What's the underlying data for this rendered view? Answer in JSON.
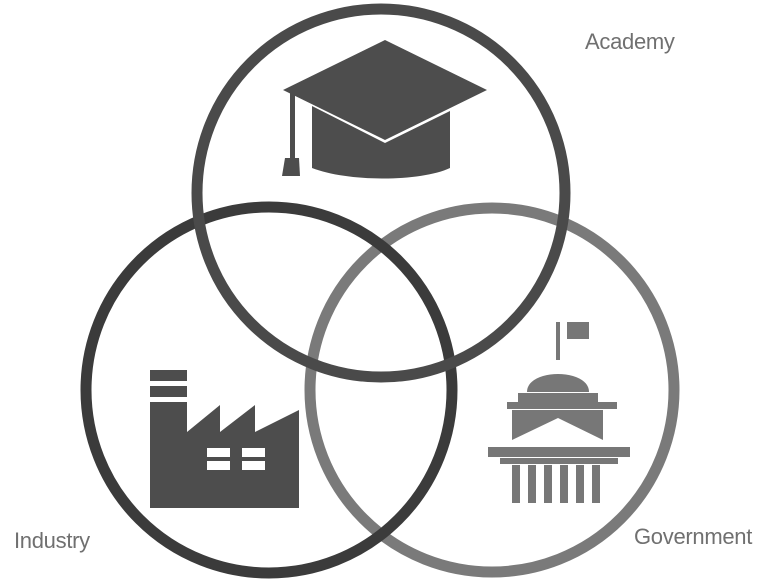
{
  "diagram": {
    "labels": {
      "academy": "Academy",
      "industry": "Industry",
      "government": "Government"
    },
    "colors": {
      "academy_circle": "#4a4a4a",
      "industry_circle": "#3b3b3b",
      "government_circle": "#7a7a7a",
      "icon_fill": "#4d4d4d",
      "government_icon_fill": "#777777",
      "label_text": "#707070",
      "background": "#ffffff"
    },
    "icons": {
      "academy": "graduation-cap-icon",
      "industry": "factory-icon",
      "government": "capitol-building-icon"
    }
  }
}
